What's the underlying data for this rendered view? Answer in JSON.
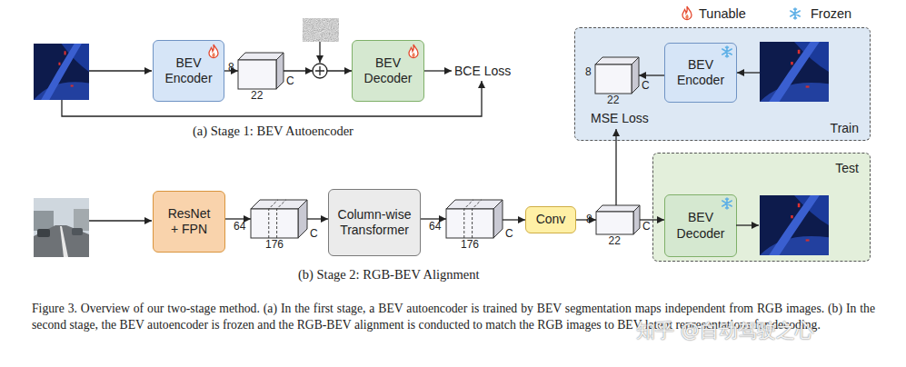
{
  "diagram": {
    "caption": "Figure 3. Overview of our two-stage method. (a) In the first stage, a BEV autoencoder is trained by BEV segmentation maps independent from RGB images. (b) In the second stage, the BEV autoencoder is frozen and the RGB-BEV alignment is conducted to match the RGB images to BEV latent representations for decoding.",
    "nodes": [
      {
        "text": [
          "BEV Encoder"
        ]
      },
      {
        "text": [
          "8",
          "22",
          "C"
        ]
      },
      {
        "text": [
          "BEV Decoder"
        ]
      },
      {
        "text": [
          "Train"
        ]
      },
      {
        "text": [
          "8",
          "22",
          "C"
        ],
        "in": 3
      },
      {
        "text": [
          "BEV Encoder"
        ],
        "in": 3
      },
      {
        "text": [
          "ResNet + FPN"
        ]
      },
      {
        "text": [
          "64",
          "176",
          "C"
        ]
      },
      {
        "text": [
          "Column-wise Transformer"
        ]
      },
      {
        "text": [
          "64",
          "176",
          "C"
        ]
      },
      {
        "text": [
          "Conv"
        ]
      },
      {
        "text": [
          "8",
          "22",
          "C"
        ]
      },
      {
        "text": [
          "Test"
        ]
      },
      {
        "text": [
          "BEV Decoder"
        ],
        "in": 12
      }
    ],
    "edges": [
      {
        "from": 0,
        "to": 1,
        "arrow": "to"
      },
      {
        "from": 1,
        "to": 2,
        "arrow": "to"
      },
      {
        "from": 5,
        "to": 4,
        "arrow": "to"
      },
      {
        "from": 6,
        "to": 7,
        "arrow": "to"
      },
      {
        "from": 7,
        "to": 8,
        "arrow": "to"
      },
      {
        "from": 8,
        "to": 9,
        "arrow": "to"
      },
      {
        "from": 9,
        "to": 10,
        "arrow": "to"
      },
      {
        "from": 10,
        "to": 11,
        "arrow": "to"
      },
      {
        "from": 11,
        "to": 13,
        "arrow": "to"
      }
    ],
    "labels": [
      "BCE Loss",
      "(a) Stage 1: BEV Autoencoder",
      "MSE Loss",
      "(b) Stage 2: RGB-BEV Alignment",
      "知乎 @自动驾驶之心"
    ],
    "legend": [
      {
        "text": "Tunable"
      },
      {
        "text": "Frozen"
      }
    ]
  }
}
